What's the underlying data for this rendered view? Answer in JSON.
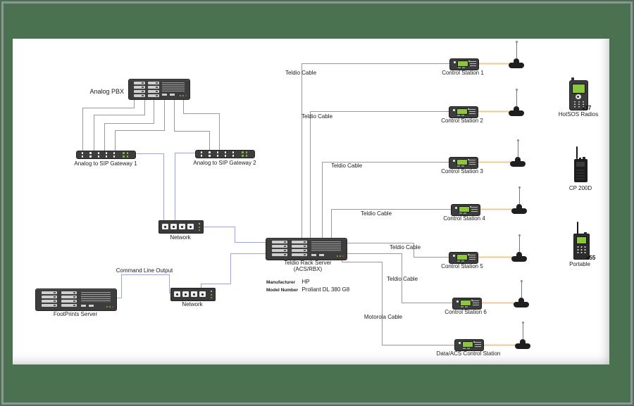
{
  "colors": {
    "frame_green": "#4a7150",
    "border_gray": "#8f9496",
    "wire_gray": "#999999",
    "wire_blue": "#9aa1f2",
    "wire_orange": "#f0c896",
    "device_body": "#3d3d3d",
    "screen_green": "#8cc63e",
    "led_green": "#7cb83e",
    "led_red": "#c23b22",
    "antenna_black": "#1f1f1f",
    "text_dark": "#1a1a1a"
  },
  "devices": {
    "analog_pbx": {
      "label": "Analog PBX"
    },
    "gateway1": {
      "label": "Analog to SIP Gateway 1"
    },
    "gateway2": {
      "label": "Analog to SIP Gateway 2"
    },
    "network_switch1": {
      "label": "Network"
    },
    "network_switch2": {
      "label": "Network"
    },
    "teldio_server": {
      "name": "Teldio Rack Server",
      "subname": "(ACS/RBX)",
      "manufacturer_label": "Manufacturer",
      "manufacturer": "HP",
      "model_label": "Model Number",
      "model": "Proliant DL 380 G8"
    },
    "footprints_server": {
      "label": "FootPrints Server"
    },
    "hotsos": {
      "label": "HotSOS Radios",
      "count": "x17"
    },
    "cp200d": {
      "label": "CP 200D"
    },
    "portable": {
      "label": "Portable",
      "count": "x55"
    }
  },
  "stations": [
    {
      "label": "Control Station 1"
    },
    {
      "label": "Control Station 2"
    },
    {
      "label": "Control Station 3"
    },
    {
      "label": "Control Station 4"
    },
    {
      "label": "Control Station 5"
    },
    {
      "label": "Control Station 6"
    },
    {
      "label": "Data/ACS Control Station"
    }
  ],
  "cables": {
    "teldio": [
      "Teldio Cable",
      "Teldio Cable",
      "Teldio Cable",
      "Teldio Cable",
      "Teldio Cable",
      "Teldio Cable"
    ],
    "motorola": "Motorola Cable",
    "command_line_output": "Command Line Output"
  }
}
